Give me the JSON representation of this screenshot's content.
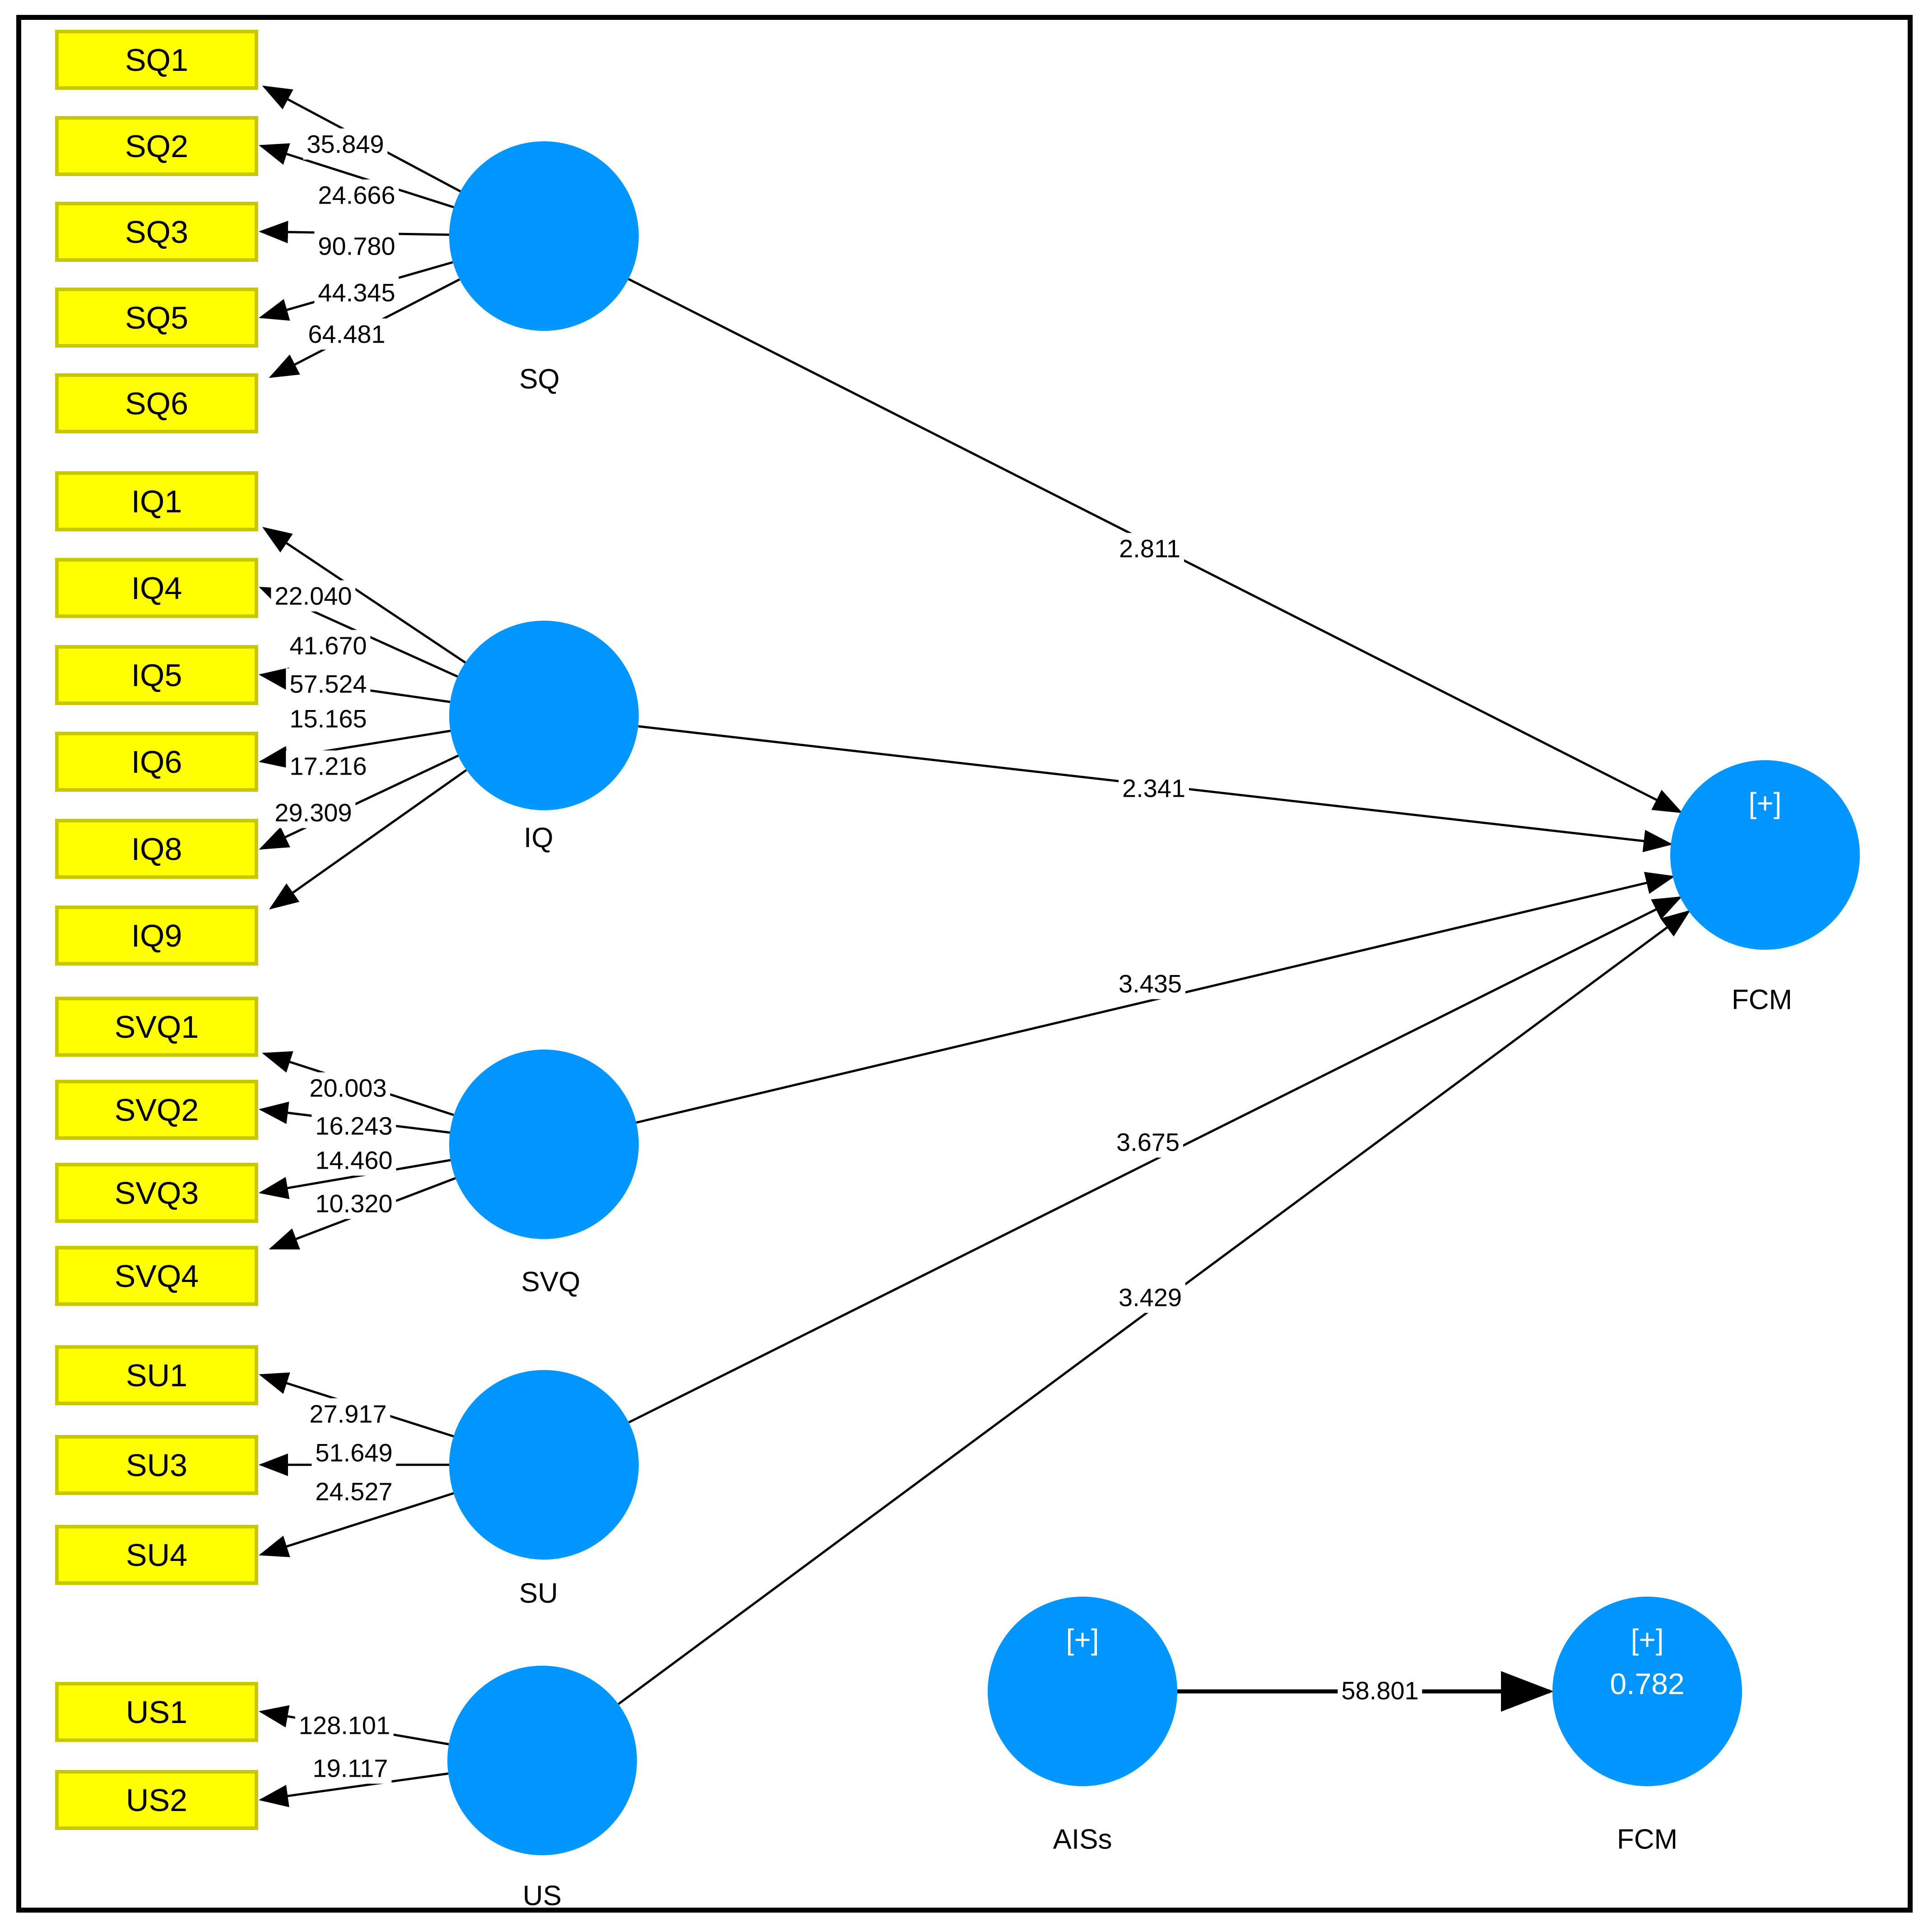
{
  "model": {
    "type": "pls_sem_path_diagram",
    "colors": {
      "construct_fill": "#0095FF",
      "indicator_fill": "#FFFF00",
      "indicator_border": "#C8C800",
      "arrow": "#000000",
      "inner_text": "#FFFFFF",
      "label_text": "#000000"
    },
    "constructs": [
      {
        "label": "SQ",
        "path_coefficient": "2.811",
        "indicators": [
          {
            "name": "SQ1",
            "loading": "35.849"
          },
          {
            "name": "SQ2",
            "loading": "24.666"
          },
          {
            "name": "SQ3",
            "loading": "90.780"
          },
          {
            "name": "SQ5",
            "loading": "44.345"
          },
          {
            "name": "SQ6",
            "loading": "64.481"
          }
        ]
      },
      {
        "label": "IQ",
        "path_coefficient": "2.341",
        "indicators": [
          {
            "name": "IQ1",
            "loading": "22.040"
          },
          {
            "name": "IQ4",
            "loading": "41.670"
          },
          {
            "name": "IQ5",
            "loading": "57.524"
          },
          {
            "name": "IQ6",
            "loading": "15.165"
          },
          {
            "name": "IQ8",
            "loading": "17.216"
          },
          {
            "name": "IQ9",
            "loading": "29.309"
          }
        ]
      },
      {
        "label": "SVQ",
        "path_coefficient": "3.435",
        "indicators": [
          {
            "name": "SVQ1",
            "loading": "20.003"
          },
          {
            "name": "SVQ2",
            "loading": "16.243"
          },
          {
            "name": "SVQ3",
            "loading": "14.460"
          },
          {
            "name": "SVQ4",
            "loading": "10.320"
          }
        ]
      },
      {
        "label": "SU",
        "path_coefficient": "3.675",
        "indicators": [
          {
            "name": "SU1",
            "loading": "27.917"
          },
          {
            "name": "SU3",
            "loading": "51.649"
          },
          {
            "name": "SU4",
            "loading": "24.527"
          }
        ]
      },
      {
        "label": "US",
        "path_coefficient": "3.429",
        "indicators": [
          {
            "name": "US1",
            "loading": "128.101"
          },
          {
            "name": "US2",
            "loading": "19.117"
          }
        ]
      }
    ],
    "target": {
      "label": "FCM",
      "expand_marker": "[+]"
    },
    "lower_model": {
      "source": {
        "label": "AISs",
        "expand_marker": "[+]"
      },
      "path_value": "58.801",
      "target": {
        "label": "FCM",
        "expand_marker": "[+]",
        "r_squared": "0.782"
      }
    }
  }
}
